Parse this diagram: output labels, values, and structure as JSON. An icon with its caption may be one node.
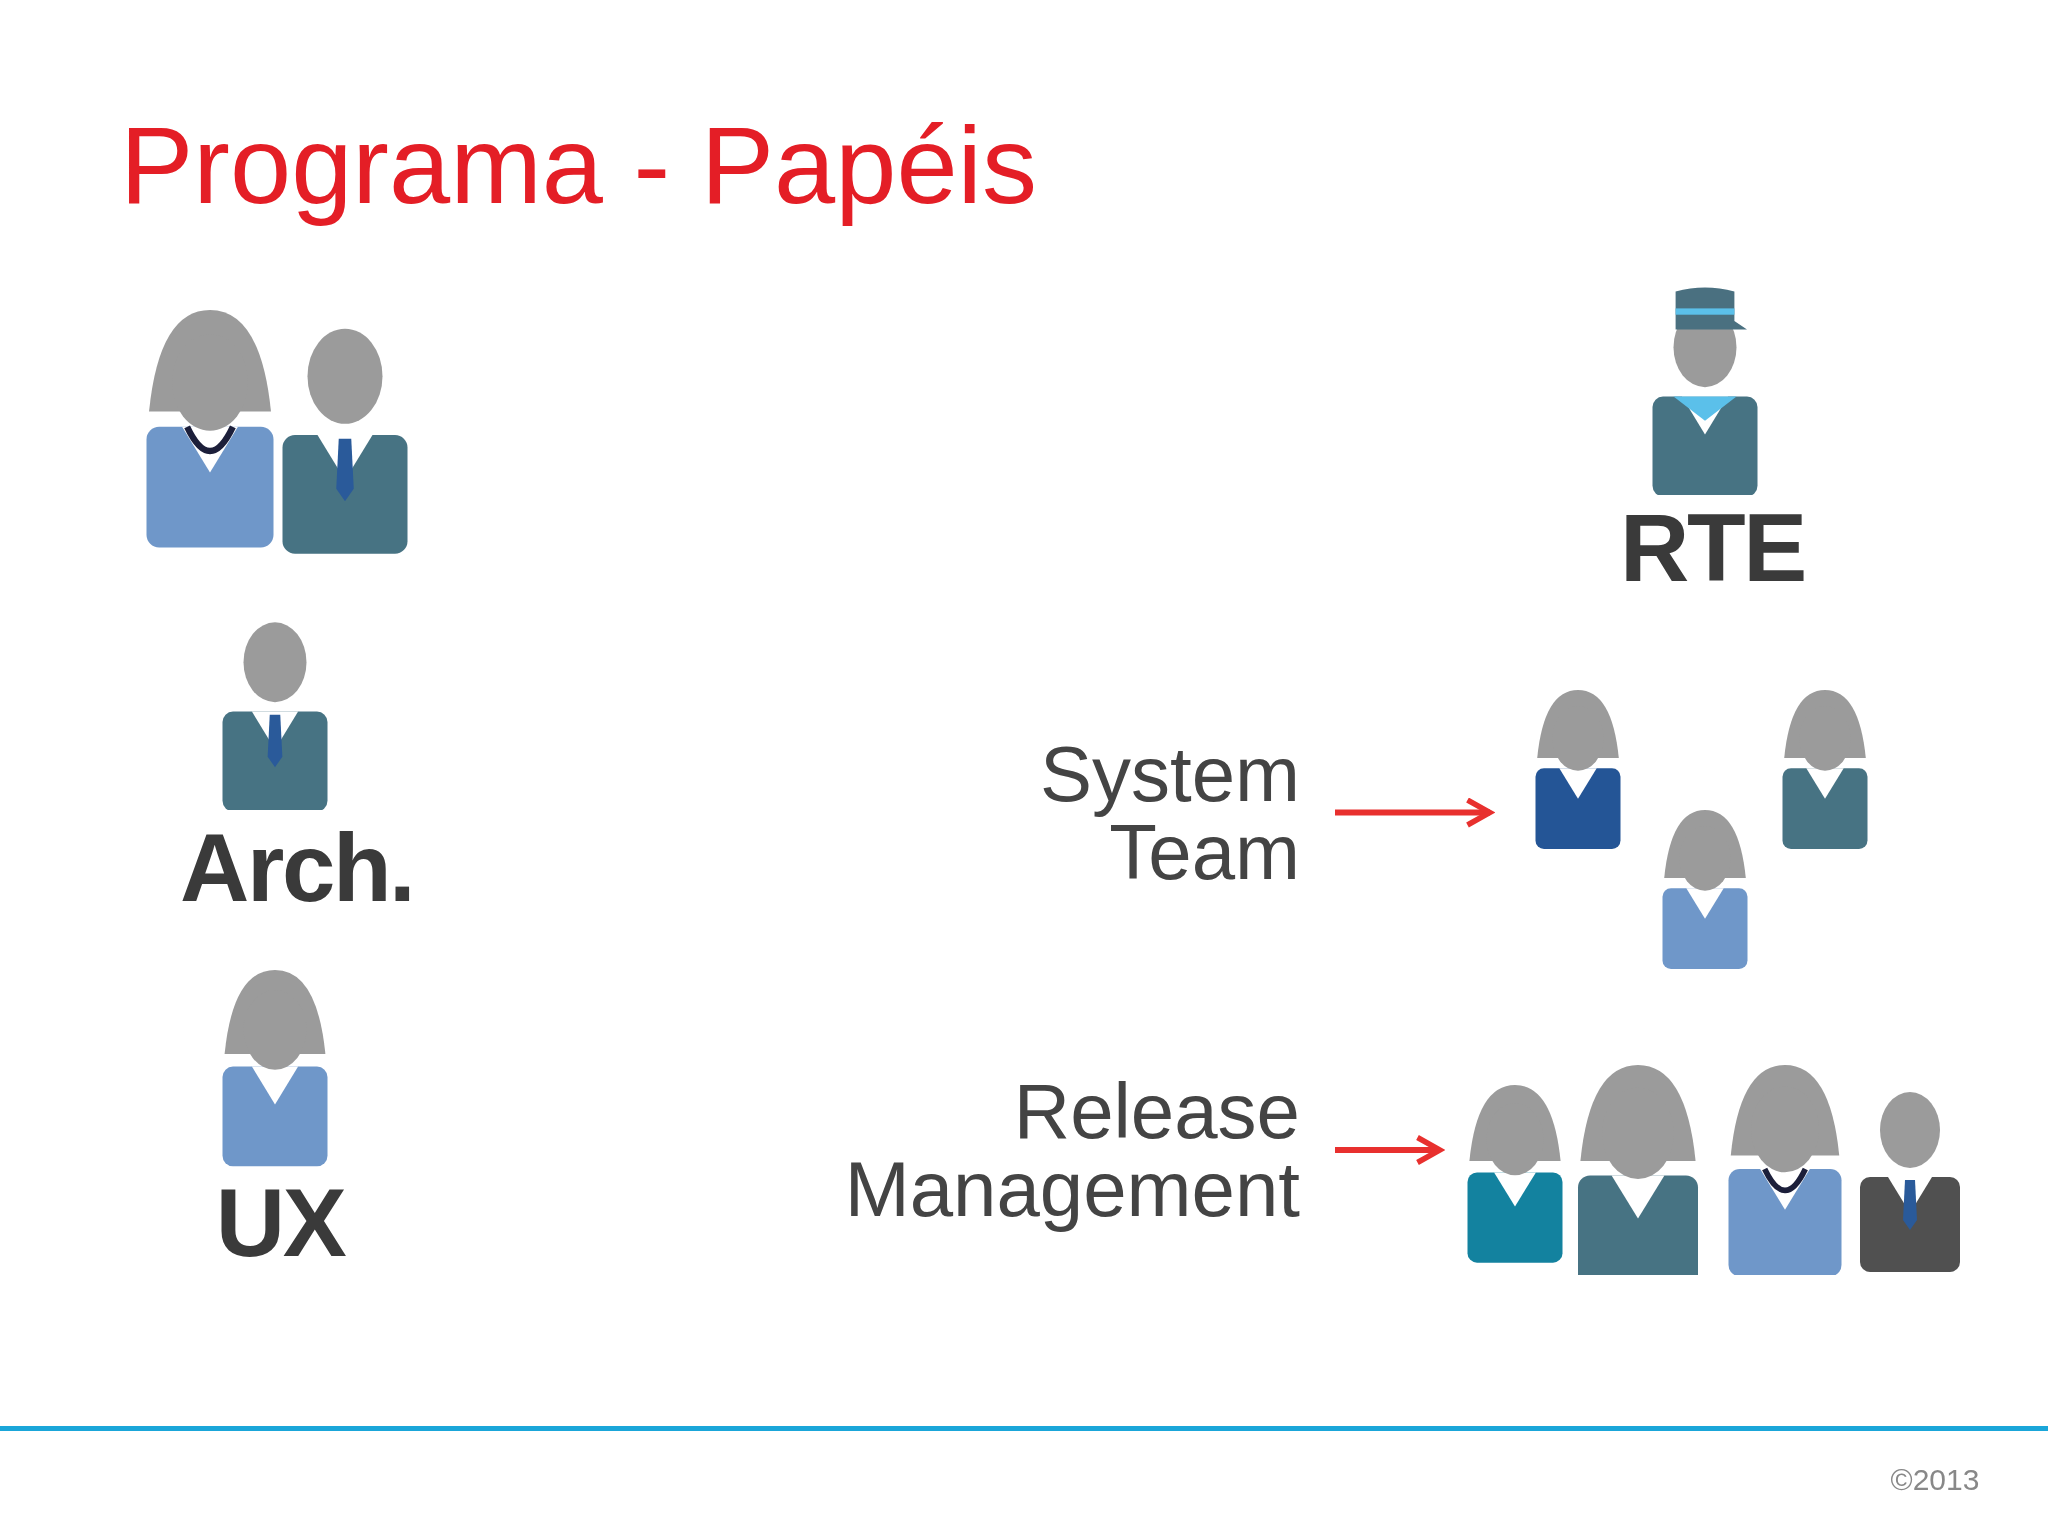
{
  "diagram": {
    "title": "Programa - Papéis",
    "nodes": [
      {
        "text": [
          "System Team"
        ]
      },
      {
        "text": [],
        "shape": "picture"
      },
      {
        "text": [
          "Release Management"
        ]
      },
      {
        "text": [],
        "shape": "picture"
      }
    ],
    "edges": [
      {
        "from": 0,
        "to": 1,
        "arrow": "to"
      },
      {
        "from": 2,
        "to": 3,
        "arrow": "to"
      }
    ],
    "labels": [
      "Arch.",
      "UX",
      "RTE",
      "©2013"
    ]
  }
}
